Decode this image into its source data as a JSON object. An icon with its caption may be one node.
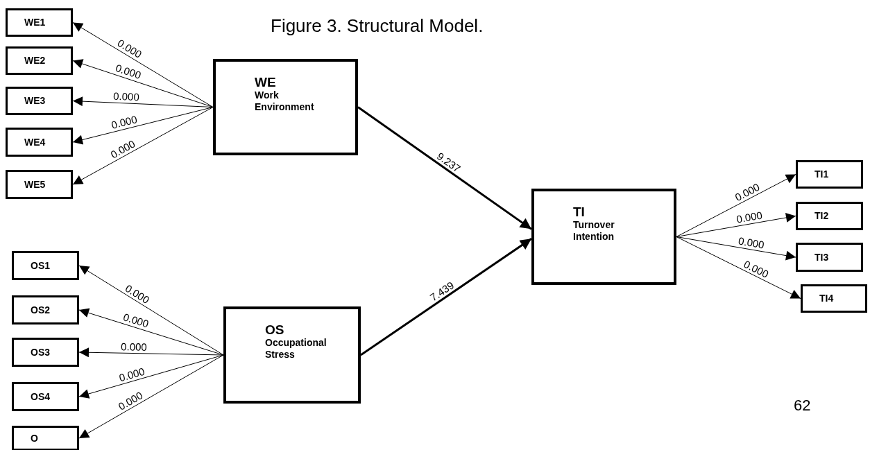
{
  "diagram": {
    "title": "Figure 3. Structural Model.",
    "nodes": [
      {
        "text": [
          "WE1"
        ]
      },
      {
        "text": [
          "WE2"
        ]
      },
      {
        "text": [
          "WE3"
        ]
      },
      {
        "text": [
          "WE4"
        ]
      },
      {
        "text": [
          "WE5"
        ]
      },
      {
        "text": [
          "WE",
          "Work Environment"
        ]
      },
      {
        "text": [
          "TI",
          "Turnover Intention"
        ]
      },
      {
        "text": [
          "TI1"
        ]
      },
      {
        "text": [
          "TI2"
        ]
      },
      {
        "text": [
          "TI3"
        ]
      },
      {
        "text": [
          "TI4"
        ]
      },
      {
        "text": [
          "OS1"
        ]
      },
      {
        "text": [
          "OS2"
        ]
      },
      {
        "text": [
          "OS3"
        ]
      },
      {
        "text": [
          "OS4"
        ]
      },
      {
        "text": [
          "O"
        ]
      },
      {
        "text": [
          "OS",
          "Occupational Stress"
        ]
      }
    ],
    "edges": [
      {
        "from": 5,
        "to": 0,
        "arrow": "to",
        "label": "0.000"
      },
      {
        "from": 5,
        "to": 1,
        "arrow": "to",
        "label": "0.000"
      },
      {
        "from": 5,
        "to": 2,
        "arrow": "to",
        "label": "0.000"
      },
      {
        "from": 5,
        "to": 3,
        "arrow": "to",
        "label": "0.000"
      },
      {
        "from": 5,
        "to": 4,
        "arrow": "to",
        "label": "0.000"
      },
      {
        "from": 5,
        "to": 6,
        "arrow": "to",
        "label": "9.237",
        "style": "thick"
      },
      {
        "from": 16,
        "to": 6,
        "arrow": "to",
        "label": "7.439",
        "style": "thick"
      },
      {
        "from": 6,
        "to": 7,
        "arrow": "to",
        "label": "0.000"
      },
      {
        "from": 6,
        "to": 8,
        "arrow": "to",
        "label": "0.000"
      },
      {
        "from": 6,
        "to": 9,
        "arrow": "to",
        "label": "0.000"
      },
      {
        "from": 6,
        "to": 10,
        "arrow": "to",
        "label": "0.000"
      },
      {
        "from": 16,
        "to": 11,
        "arrow": "to",
        "label": "0.000"
      },
      {
        "from": 16,
        "to": 12,
        "arrow": "to",
        "label": "0.000"
      },
      {
        "from": 16,
        "to": 13,
        "arrow": "to",
        "label": "0.000"
      },
      {
        "from": 16,
        "to": 14,
        "arrow": "to",
        "label": "0.000"
      },
      {
        "from": 16,
        "to": 15,
        "arrow": "to",
        "label": "0.000"
      }
    ],
    "labels": [
      "62"
    ]
  }
}
